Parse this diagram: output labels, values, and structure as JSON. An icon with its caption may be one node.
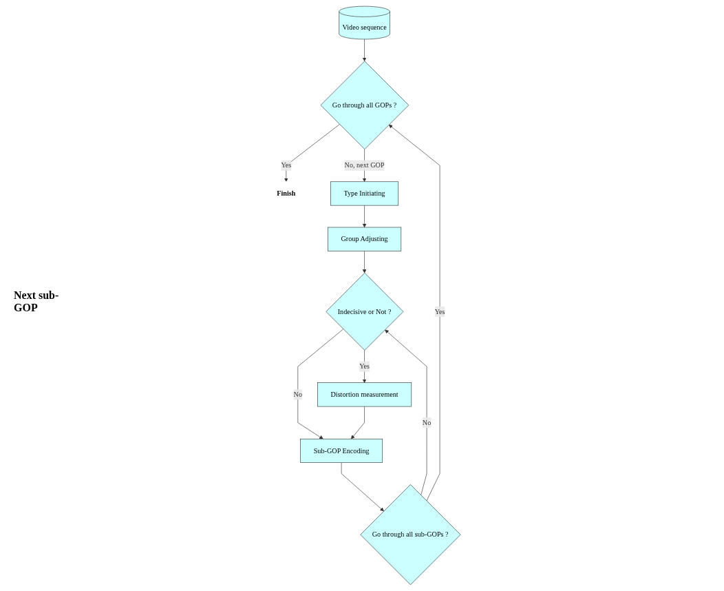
{
  "diagram": {
    "nodes": [
      {
        "text": [
          "Video sequence"
        ]
      },
      {
        "text": [
          "Go through all GOPs ?"
        ]
      },
      {
        "text": [
          "Finish"
        ]
      },
      {
        "text": [
          "Type Initiating"
        ]
      },
      {
        "text": [
          "Group Adjusting"
        ]
      },
      {
        "text": [
          "Indecisive or Not ?"
        ]
      },
      {
        "text": [
          "Distortion measurement"
        ]
      },
      {
        "text": [
          "Sub-GOP Encoding"
        ]
      },
      {
        "text": [
          "Go through all sub-GOPs ?"
        ]
      }
    ],
    "edges": [
      {
        "from": 0,
        "to": 1,
        "arrow": "to"
      },
      {
        "from": 1,
        "to": 2,
        "label": "Yes",
        "arrow": "to"
      },
      {
        "from": 1,
        "to": 3,
        "label": "No, next GOP",
        "arrow": "to"
      },
      {
        "from": 3,
        "to": 4,
        "arrow": "to"
      },
      {
        "from": 4,
        "to": 5,
        "arrow": "to"
      },
      {
        "from": 5,
        "to": 6,
        "label": "Yes",
        "arrow": "to"
      },
      {
        "from": 5,
        "to": 7,
        "label": "No",
        "arrow": "to"
      },
      {
        "from": 6,
        "to": 7,
        "arrow": "to"
      },
      {
        "from": 7,
        "to": 8,
        "arrow": "to"
      },
      {
        "from": 8,
        "to": 5,
        "label": "No",
        "arrow": "to"
      },
      {
        "from": 8,
        "to": 1,
        "label": "Yes",
        "arrow": "to"
      }
    ],
    "labels": [
      "Next sub-GOP"
    ]
  }
}
